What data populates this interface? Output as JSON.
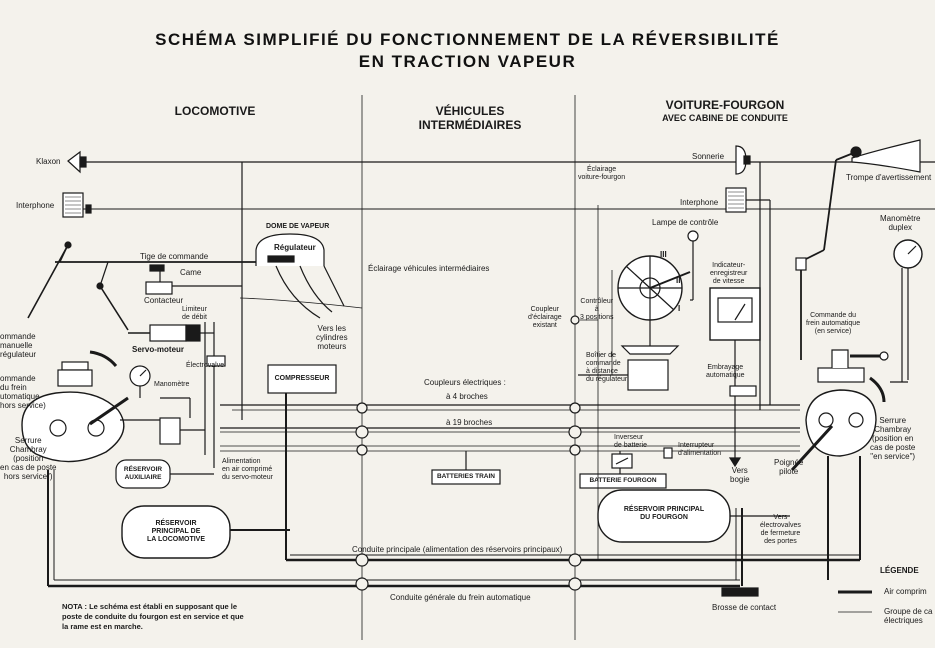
{
  "title": {
    "line1": "SCHÉMA SIMPLIFIÉ DU FONCTIONNEMENT DE LA RÉVERSIBILITÉ",
    "line2": "EN TRACTION VAPEUR"
  },
  "sections": {
    "locomotive": "LOCOMOTIVE",
    "vehicules": [
      "VÉHICULES",
      "INTERMÉDIAIRES"
    ],
    "fourgon": "VOITURE-FOURGON",
    "fourgon_sub": "AVEC CABINE DE CONDUITE"
  },
  "loco": {
    "klaxon": "Klaxon",
    "interphone": "Interphone",
    "dome": "DOME DE VAPEUR",
    "regulateur": "Régulateur",
    "tige": "Tige de commande",
    "came": "Came",
    "contacteur": "Contacteur",
    "limiteur": [
      "Limiteur",
      "de débit"
    ],
    "servo": "Servo-moteur",
    "electrovalve": "Électrovalve",
    "manometre": "Manomètre",
    "vers_cylindres": [
      "Vers les",
      "cylindres",
      "moteurs"
    ],
    "commande_reg": [
      "ommande",
      "manuelle",
      "régulateur"
    ],
    "commande_frein": [
      "ommande",
      "du frein",
      "utomatique",
      "hors service)"
    ],
    "serrure": [
      "Serrure",
      "Chambray",
      "(position",
      "en cas de poste",
      "hors service\")"
    ],
    "reservoir_aux": [
      "RÉSERVOIR",
      "AUXILIAIRE"
    ],
    "alimentation": [
      "Alimentation",
      "en air comprimé",
      "du servo-moteur"
    ],
    "reservoir_principal": [
      "RÉSERVOIR",
      "PRINCIPAL DE",
      "LA LOCOMOTIVE"
    ],
    "compresseur": "COMPRESSEUR"
  },
  "middle": {
    "eclairage": "Éclairage véhicules intermédiaires",
    "coupleurs": "Coupleurs électriques :",
    "broches4": "à 4 broches",
    "broches19": "à 19 broches",
    "batteries_train": "BATTERIES TRAIN",
    "conduite_principale": "Conduite principale (alimentation des réservoirs principaux)",
    "conduite_generale": "Conduite générale du frein automatique"
  },
  "fourgon": {
    "sonnerie": "Sonnerie",
    "interphone": "Interphone",
    "trompe": "Trompe d'avertissement",
    "eclairage_vf": [
      "Éclairage",
      "voiture-fourgon"
    ],
    "lampe": "Lampe de contrôle",
    "manometre_duplex": [
      "Manomètre",
      "duplex"
    ],
    "indicateur": [
      "Indicateur-",
      "enregistreur",
      "de vitesse"
    ],
    "coupleur_eclairage": [
      "Coupleur",
      "d'éclairage",
      "existant"
    ],
    "controleur": [
      "Contrôleur",
      "à",
      "3 positions"
    ],
    "boitier": [
      "Boîtier de",
      "commande",
      "à distance",
      "du régulateur"
    ],
    "embrayage": [
      "Embrayage",
      "automatique"
    ],
    "commande_frein": [
      "Commande du",
      "frein automatique",
      "(en service)"
    ],
    "serrure": [
      "Serrure",
      "Chambray",
      "(position en",
      "cas de poste",
      "\"en service\")"
    ],
    "poignee": [
      "Poignée",
      "pilote"
    ],
    "inverseur": [
      "Inverseur",
      "de batterie"
    ],
    "interrupteur": [
      "Interrupteur",
      "d'alimentation"
    ],
    "batterie_fourgon": "BATTERIE FOURGON",
    "vers_bogie": [
      "Vers",
      "bogie"
    ],
    "reservoir_principal": [
      "RÉSERVOIR PRINCIPAL",
      "DU FOURGON"
    ],
    "vers_electrovalves": [
      "Vers",
      "électrovalves",
      "de fermeture",
      "des portes"
    ],
    "brosse": "Brosse de contact",
    "positions": [
      "III",
      "II",
      "I"
    ]
  },
  "legend": {
    "title": "LÉGENDE",
    "air": "Air comprim",
    "groupe": [
      "Groupe de ca",
      "électriques"
    ]
  },
  "nota": [
    "NOTA : Le schéma est établi en supposant que le",
    "poste de conduite du fourgon est en service et que",
    "la rame est en marche."
  ]
}
